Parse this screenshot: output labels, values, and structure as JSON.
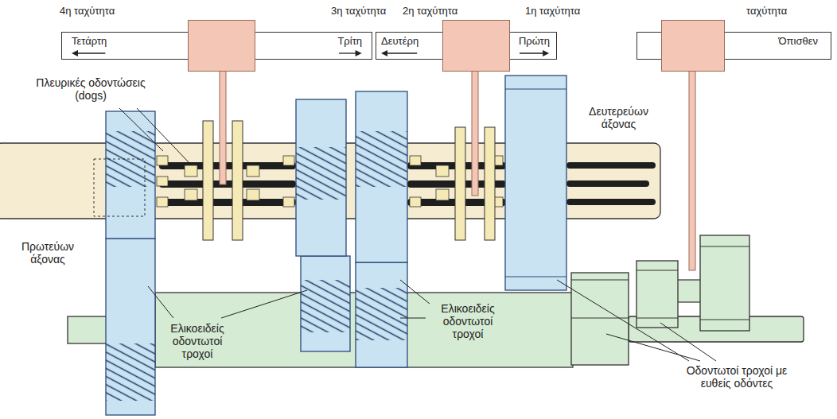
{
  "diagram": {
    "nodes": [
      {
        "text": [
          "Τετάρτη",
          "Τρίτη"
        ]
      },
      {
        "text": [
          "Δευτέρη",
          "Πρώτη"
        ]
      },
      {
        "text": [
          "Όπισθεν"
        ]
      }
    ],
    "labels": [
      "4η ταχύτητα",
      "3η ταχύτητα",
      "2η ταχύτητα",
      "1η ταχύτητα",
      "ταχύτητα",
      "Πλευρικές οδοντώσεις (dogs)",
      "Δευτερεύων άξονας",
      "Πρωτεύων άξονας",
      "Ελικοειδείς οδοντωτοί τροχοί",
      "Ελικοειδείς οδοντωτοί τροχοί",
      "Οδοντωτοί τροχοί με ευθείς οδόντες"
    ]
  }
}
